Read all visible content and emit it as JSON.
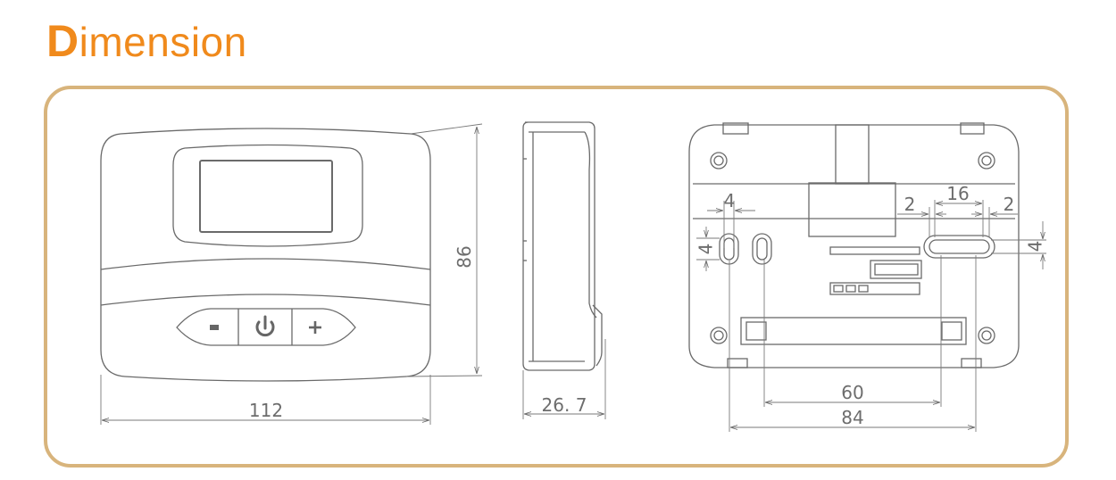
{
  "title": {
    "initial": "D",
    "rest": "imension"
  },
  "colors": {
    "accent": "#f08a1c",
    "frame": "#d8b47c",
    "line": "#6a6a6a"
  },
  "front_view": {
    "buttons": [
      {
        "label": "-",
        "icon": "minus"
      },
      {
        "label": "",
        "icon": "power-icon"
      },
      {
        "label": "+",
        "icon": "plus"
      }
    ],
    "dimensions": {
      "width": "112",
      "height": "86"
    }
  },
  "side_view": {
    "dimensions": {
      "depth": "26. 7"
    }
  },
  "back_view": {
    "dimensions": {
      "hole_width_left": "4",
      "hole_height_left": "4",
      "slot_gap_left": "2",
      "slot_width": "16",
      "slot_gap_right": "2",
      "slot_height_right": "4",
      "hole_spacing": "60",
      "mount_spacing": "84"
    }
  }
}
